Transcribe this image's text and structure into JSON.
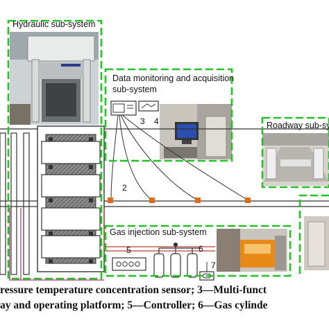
{
  "subsystems": {
    "hydraulic": "Hydraulic sub-system",
    "monitoring_line1": "Data monitoring and acquisition",
    "monitoring_line2": "sub-system",
    "roadway": "Roadway sub-sy",
    "gas": "Gas injection sub-system"
  },
  "numbers": {
    "n2": "2",
    "n3": "3",
    "n4": "4",
    "n5": "5",
    "n6": "6",
    "n7": "7"
  },
  "caption": {
    "line1": "ressure temperature concentration sensor; 3—Multi-funct",
    "line2": "ay and operating platform; 5—Controller; 6—Gas cylinde"
  },
  "colors": {
    "dashed_frame": "#22c222",
    "pipe": "#c03a3a",
    "wire": "#b0306f",
    "sensor": "#e06a1a"
  }
}
